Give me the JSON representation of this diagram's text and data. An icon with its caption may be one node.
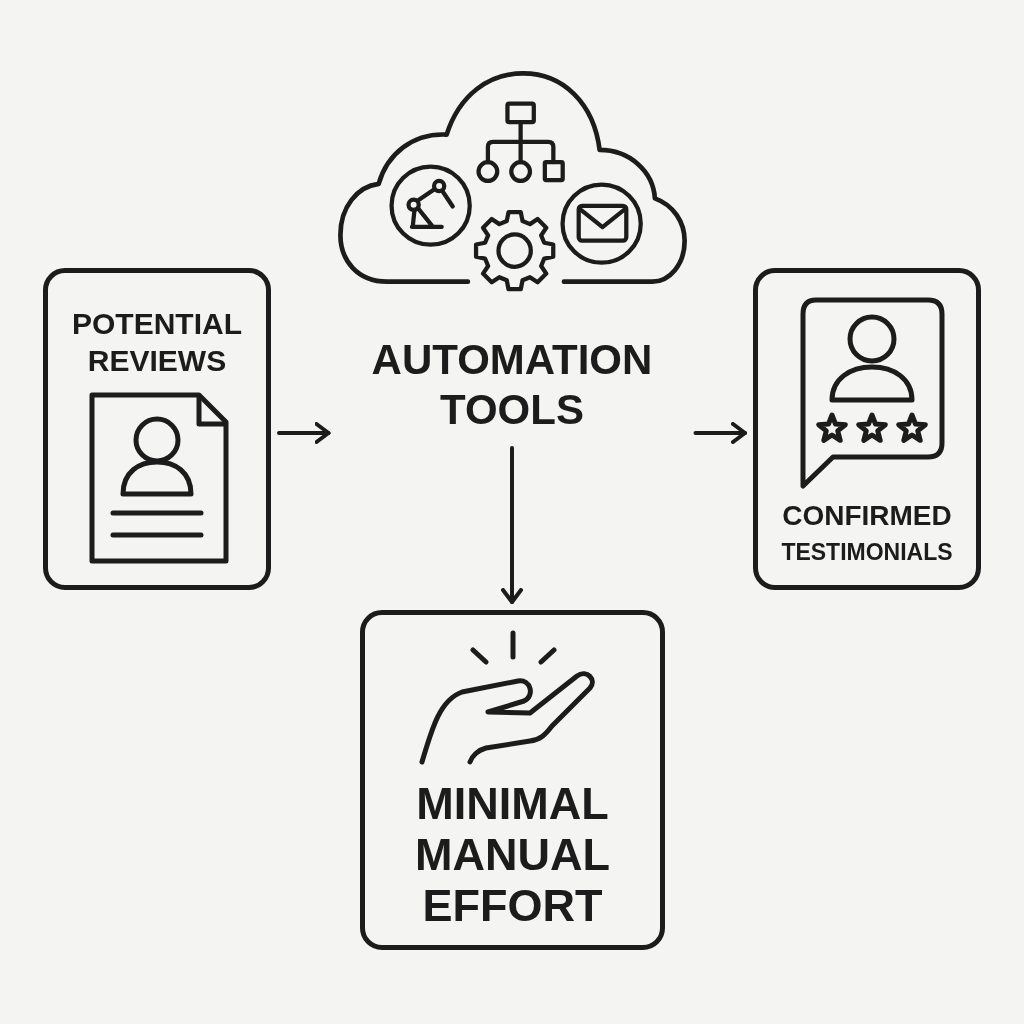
{
  "diagram": {
    "nodes": [
      {
        "text": [
          "POTENTIAL REVIEWS"
        ]
      },
      {
        "text": [
          "AUTOMATION TOOLS"
        ]
      },
      {
        "text": [
          "CONFIRMED TESTIMONIALS"
        ]
      },
      {
        "text": [
          "MINIMAL MANUAL EFFORT"
        ]
      }
    ],
    "edges": [
      {
        "from": 0,
        "to": 1,
        "arrow": "to"
      },
      {
        "from": 1,
        "to": 2,
        "arrow": "to"
      },
      {
        "from": 1,
        "to": 3,
        "arrow": "to"
      }
    ]
  }
}
